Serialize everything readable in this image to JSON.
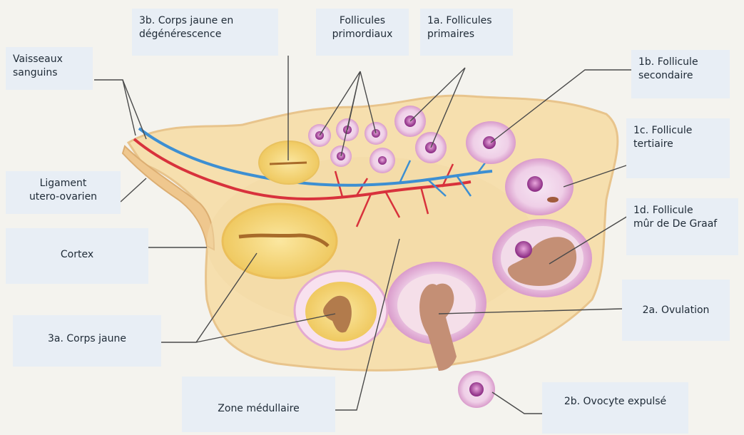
{
  "labels": {
    "corps_jaune_degen": "3b.  Corps jaune en\ndégénérescence",
    "follicules_primordiaux": "Follicules\nprimordiaux",
    "follicules_primaires": "1a. Follicules\nprimaires",
    "vaisseaux": "Vaisseaux\nsanguins",
    "follicule_secondaire": "1b. Follicule\nsecondaire",
    "follicule_tertiaire": "1c. Follicule\ntertiaire",
    "ligament": "Ligament\nutero-ovarien",
    "follicule_degraaf": "1d. Follicule\nmûr de De Graaf",
    "cortex": "Cortex",
    "ovulation": "2a. Ovulation",
    "corps_jaune": "3a. Corps jaune",
    "zone_medullaire": "Zone médullaire",
    "ovocyte_expulse": "2b. Ovocyte expulsé"
  },
  "colors": {
    "ovary_fill": "#f6dfae",
    "ovary_edge": "#e9c894",
    "follicle_pink": "#e7b6d8",
    "follicle_core": "#9b3b8e",
    "artery": "#d8323c",
    "vein": "#3d8fd2",
    "corpus_luteum": "#f3d36b",
    "antrum": "#c48f75"
  }
}
